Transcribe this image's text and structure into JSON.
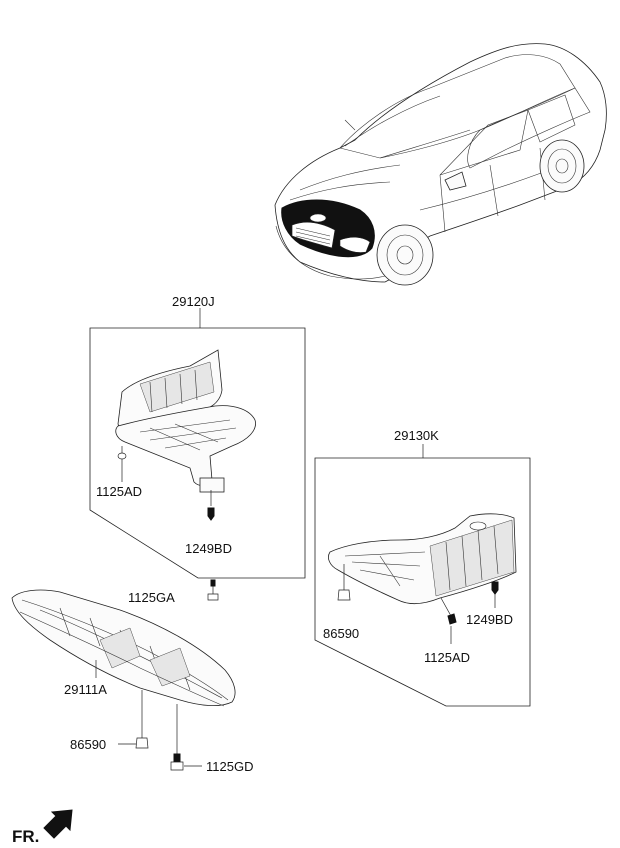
{
  "labels": {
    "part_29120J": "29120J",
    "part_29130K": "29130K",
    "part_29111A": "29111A",
    "bolt_1125AD_left": "1125AD",
    "bolt_1249BD_left": "1249BD",
    "bolt_1125GA": "1125GA",
    "clip_86590_right": "86590",
    "bolt_1125AD_right": "1125AD",
    "bolt_1249BD_right": "1249BD",
    "clip_86590_bottom": "86590",
    "bolt_1125GD": "1125GD",
    "front_indicator": "FR."
  },
  "icons": {
    "front_arrow": "arrow-down-left-icon"
  },
  "colors": {
    "line": "#222222",
    "highlight": "#111111",
    "background": "#ffffff"
  }
}
